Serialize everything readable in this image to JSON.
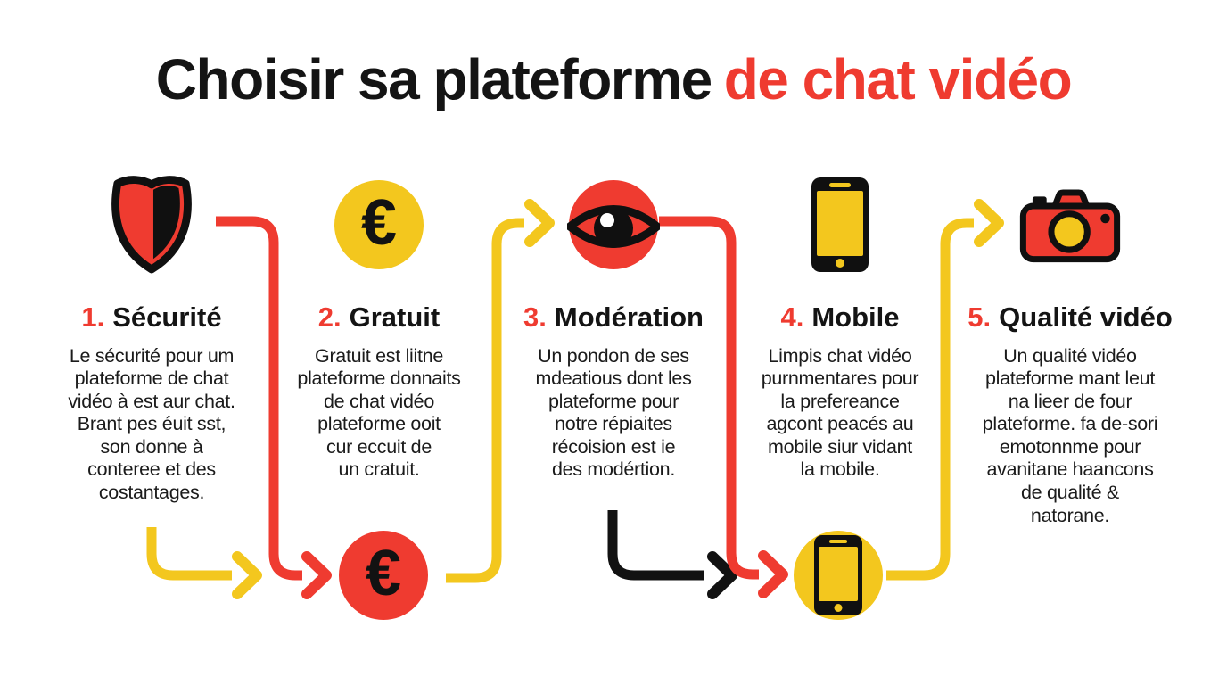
{
  "title": {
    "black": "Choisir sa plateforme",
    "red": "de chat vidéo"
  },
  "colors": {
    "red": "#EF3B30",
    "yellow": "#F3C71E",
    "black": "#141414",
    "background": "#FFFFFF"
  },
  "euro_symbol": "€",
  "sections": [
    {
      "number": "1.",
      "heading": "Sécurité",
      "icon": "shield",
      "body": "Le sécurité pour um\nplateforme de chat\nvidéo à est aur chat.\nBrant pes éuit sst,\nson donne à\nconteree et des\ncostantages."
    },
    {
      "number": "2.",
      "heading": "Gratuit",
      "icon": "euro-coin-yellow",
      "body": "Gratuit est liitne\nplateforme donnaits\nde chat vidéo\nplateforme ooit\ncur eccuit de\nun cratuit."
    },
    {
      "number": "3.",
      "heading": "Modération",
      "icon": "eye",
      "body": "Un pondon de ses\nmdeatious dont les\nplateforme pour\nnotre répiaites\nrécoision est ie\ndes modértion."
    },
    {
      "number": "4.",
      "heading": "Mobile",
      "icon": "smartphone",
      "body": "Limpis chat vidéo\npurnmentares pour\nla prefereance\nagcont peacés au\nmobile siur vidant\nla mobile."
    },
    {
      "number": "5.",
      "heading": "Qualité vidéo",
      "icon": "camera",
      "body": "Un qualité vidéo\nplateforme mant leut\nna lieer de four\nplateforme. fa de-sori\nemotonnme pour\navanitane haancons\nde qualité &\nnatorane."
    }
  ],
  "bottom_icons": [
    {
      "name": "euro-coin-red"
    },
    {
      "name": "smartphone-yellow"
    }
  ],
  "connectors": [
    {
      "color": "red",
      "from": "shield",
      "to": "euro-coin-red-bottom"
    },
    {
      "color": "yellow",
      "from": "section-1-text",
      "to": "euro-coin-red-bottom"
    },
    {
      "color": "yellow",
      "from": "euro-coin-red-bottom",
      "to": "eye"
    },
    {
      "color": "black",
      "from": "section-3-text",
      "to": "smartphone-yellow-bottom"
    },
    {
      "color": "red",
      "from": "eye",
      "to": "smartphone-yellow-bottom"
    },
    {
      "color": "yellow",
      "from": "smartphone-yellow-bottom",
      "to": "camera"
    }
  ]
}
